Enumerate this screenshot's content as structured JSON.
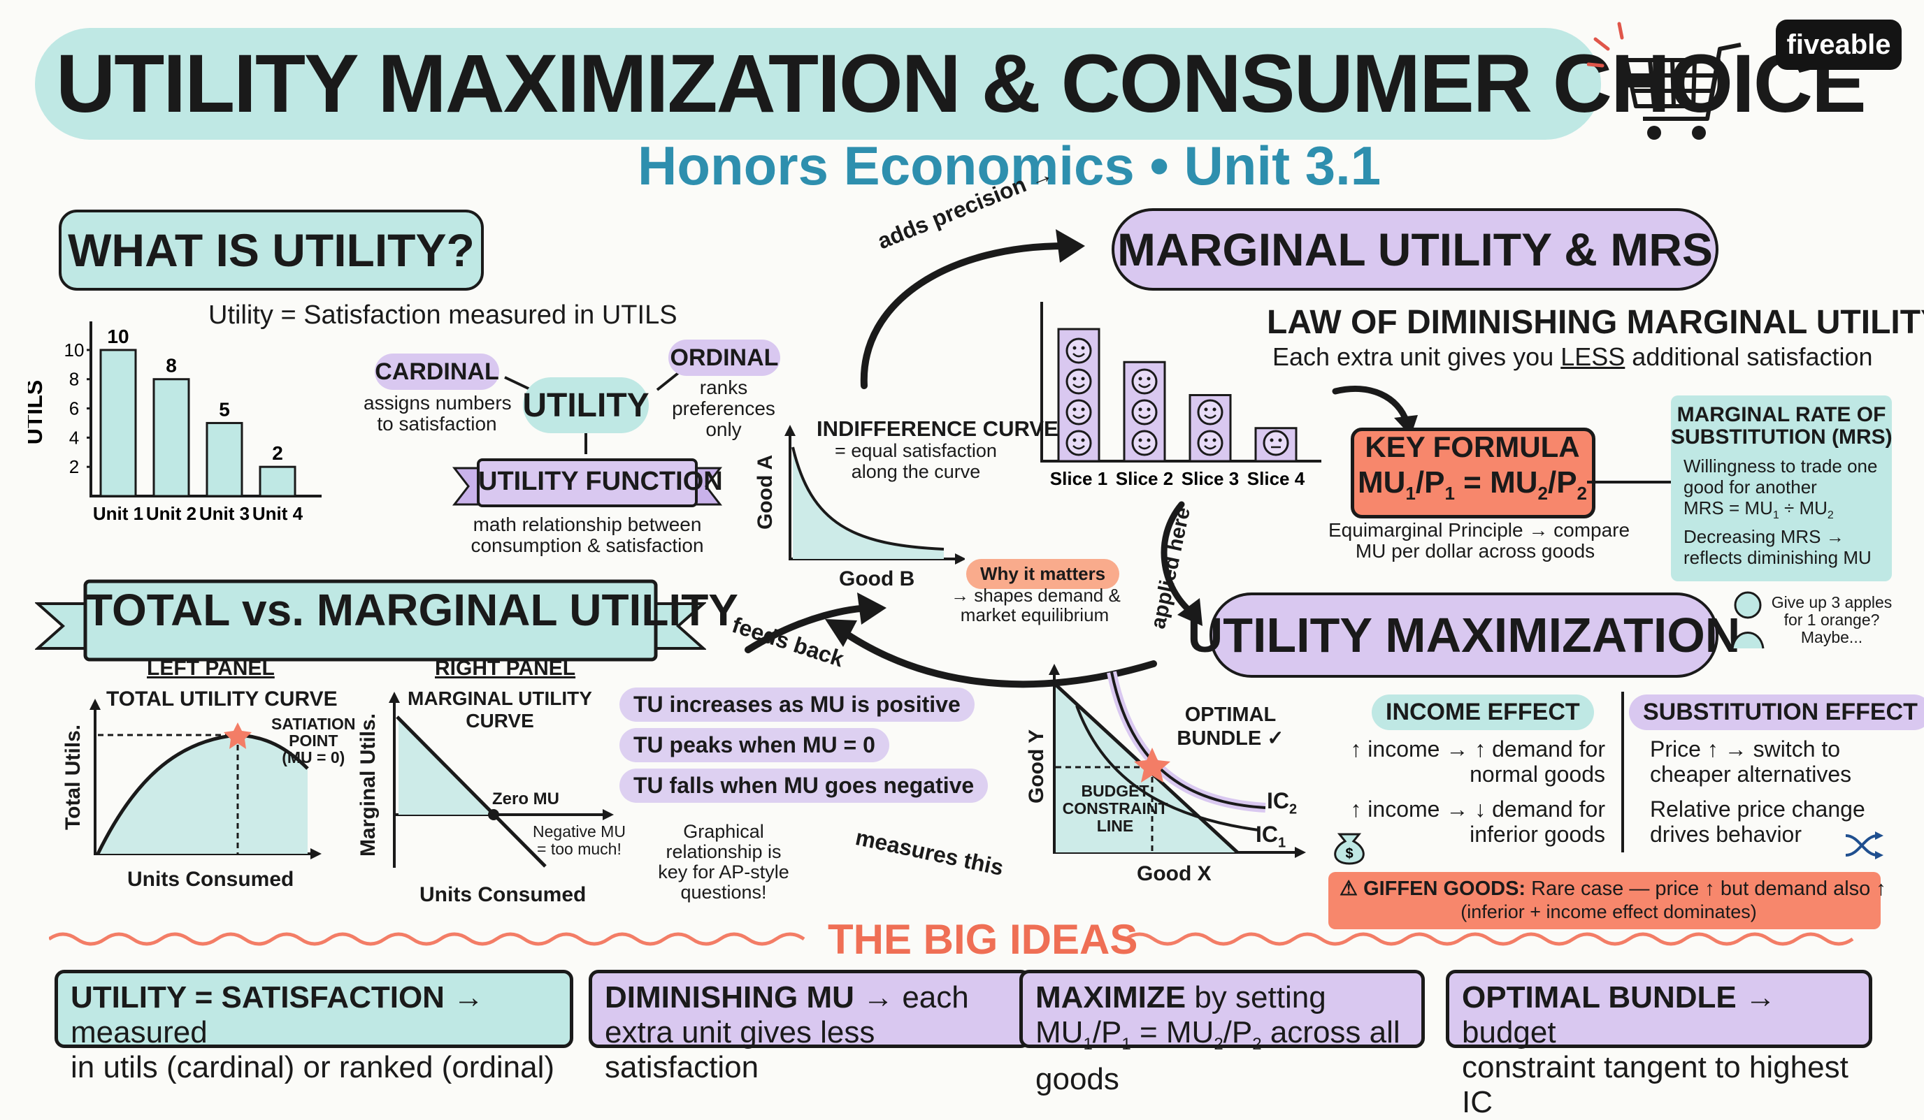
{
  "header": {
    "title": "UTILITY MAXIMIZATION & CONSUMER CHOICE",
    "subtitle": "Honors Economics • Unit 3.1",
    "brand": "fiveable"
  },
  "what_is_utility": {
    "heading": "WHAT IS UTILITY?",
    "definition": "Utility = Satisfaction measured in UTILS",
    "center": "UTILITY",
    "cardinal": {
      "label": "CARDINAL",
      "note_1": "assigns numbers",
      "note_2": "to satisfaction"
    },
    "ordinal": {
      "label": "ORDINAL",
      "note_1": "ranks",
      "note_2": "preferences",
      "note_3": "only"
    },
    "function": {
      "label": "UTILITY FUNCTION",
      "note_1": "math relationship between",
      "note_2": "consumption & satisfaction"
    }
  },
  "chart_data": [
    {
      "type": "bar",
      "ylabel": "UTILS",
      "categories": [
        "Unit 1",
        "Unit 2",
        "Unit 3",
        "Unit 4"
      ],
      "values": [
        10,
        8,
        5,
        2
      ],
      "yticks": [
        "10",
        "8",
        "6",
        "4",
        "2"
      ],
      "ylim": [
        0,
        11
      ]
    },
    {
      "type": "bar",
      "categories": [
        "Slice 1",
        "Slice 2",
        "Slice 3",
        "Slice 4"
      ],
      "values": [
        4,
        3,
        2,
        1
      ]
    }
  ],
  "connectors": {
    "adds_precision": "adds precision →",
    "feeds_back": "feeds back",
    "applied_here": "applied here",
    "measures_this": "measures this"
  },
  "indifference": {
    "title": "INDIFFERENCE CURVE",
    "note_1": "= equal satisfaction",
    "note_2": "along the curve",
    "y_axis": "Good A",
    "x_axis": "Good B",
    "why_tag": "Why it matters",
    "why_1": "→ shapes demand &",
    "why_2": "market equilibrium"
  },
  "marginal_utility": {
    "heading": "MARGINAL UTILITY & MRS",
    "law": "LAW OF DIMINISHING MARGINAL UTILITY",
    "law_note_pre": "Each extra unit gives you ",
    "law_note_em": "LESS",
    "law_note_post": " additional satisfaction",
    "formula_title": "KEY FORMULA",
    "formula_a": "MU",
    "sub1": "1",
    "formula_p": "/P",
    "formula_eq": " = MU",
    "sub2": "2",
    "formula_caption_1": "Equimarginal Principle → compare",
    "formula_caption_2": "MU per dollar across goods",
    "mrs": {
      "title_1": "MARGINAL RATE OF",
      "title_2": "SUBSTITUTION (MRS)",
      "line_1": "Willingness to trade one",
      "line_2": "good for another",
      "line_3a": "MRS = MU",
      "line_3b": " ÷ MU",
      "line_4": "Decreasing MRS →",
      "line_5": "reflects diminishing MU"
    }
  },
  "total_vs_marginal": {
    "heading": "TOTAL vs. MARGINAL UTILITY",
    "left_panel": "LEFT PANEL",
    "left_title": "TOTAL UTILITY CURVE",
    "left_y": "Total Utils.",
    "left_x": "Units Consumed",
    "satiation_1": "SATIATION",
    "satiation_2": "POINT",
    "satiation_3": "(MU = 0)",
    "right_panel": "RIGHT PANEL",
    "right_title_1": "MARGINAL UTILITY",
    "right_title_2": "CURVE",
    "right_y": "Marginal Utils.",
    "right_x": "Units Consumed",
    "zero_mu": "Zero MU",
    "negative_1": "Negative MU",
    "negative_2": "= too much!",
    "facts": [
      "TU increases as MU is positive",
      "TU peaks when MU = 0",
      "TU falls when MU goes negative"
    ],
    "graph_note_1": "Graphical",
    "graph_note_2": "relationship is",
    "graph_note_3": "key for AP-style",
    "graph_note_4": "questions!"
  },
  "utility_max": {
    "heading": "UTILITY MAXIMIZATION",
    "thought_1": "Give up 3 apples",
    "thought_2": "for 1 orange?",
    "thought_3": "Maybe...",
    "graph": {
      "y_axis": "Good Y",
      "x_axis": "Good X",
      "optimal_1": "OPTIMAL",
      "optimal_2": "BUNDLE ✓",
      "budget_1": "BUDGET",
      "budget_2": "CONSTRAINT",
      "budget_3": "LINE",
      "ic2": "IC",
      "ic2_sub": "2",
      "ic1": "IC",
      "ic1_sub": "1"
    },
    "income": {
      "title": "INCOME EFFECT",
      "l1": "↑ income → ↑ demand for",
      "l2": "normal goods",
      "l3": "↑ income → ↓ demand for",
      "l4": "inferior goods"
    },
    "substitution": {
      "title": "SUBSTITUTION EFFECT",
      "l1": "Price ↑ → switch to",
      "l2": "cheaper alternatives",
      "l3": "Relative price change",
      "l4": "drives behavior"
    },
    "giffen_bold": "GIFFEN GOODS:",
    "giffen_1": " Rare case — price ↑ but demand also ↑",
    "giffen_2": "(inferior + income effect dominates)"
  },
  "big_ideas": {
    "heading": "THE BIG IDEAS",
    "box_1a": "UTILITY = SATISFACTION →",
    "box_1b": " measured",
    "box_1c": "in utils (cardinal) or ranked (ordinal)",
    "box_2a": "DIMINISHING MU →",
    "box_2b": " each",
    "box_2c": "extra unit gives less satisfaction",
    "box_3a": "MAXIMIZE",
    "box_3b": " by setting",
    "box_3c1": "MU",
    "box_3c2": "/P",
    "box_3c3": " = MU",
    "box_3c4": " across all goods",
    "box_4a": "OPTIMAL BUNDLE →",
    "box_4b": " budget",
    "box_4c": "constraint tangent to highest IC"
  }
}
